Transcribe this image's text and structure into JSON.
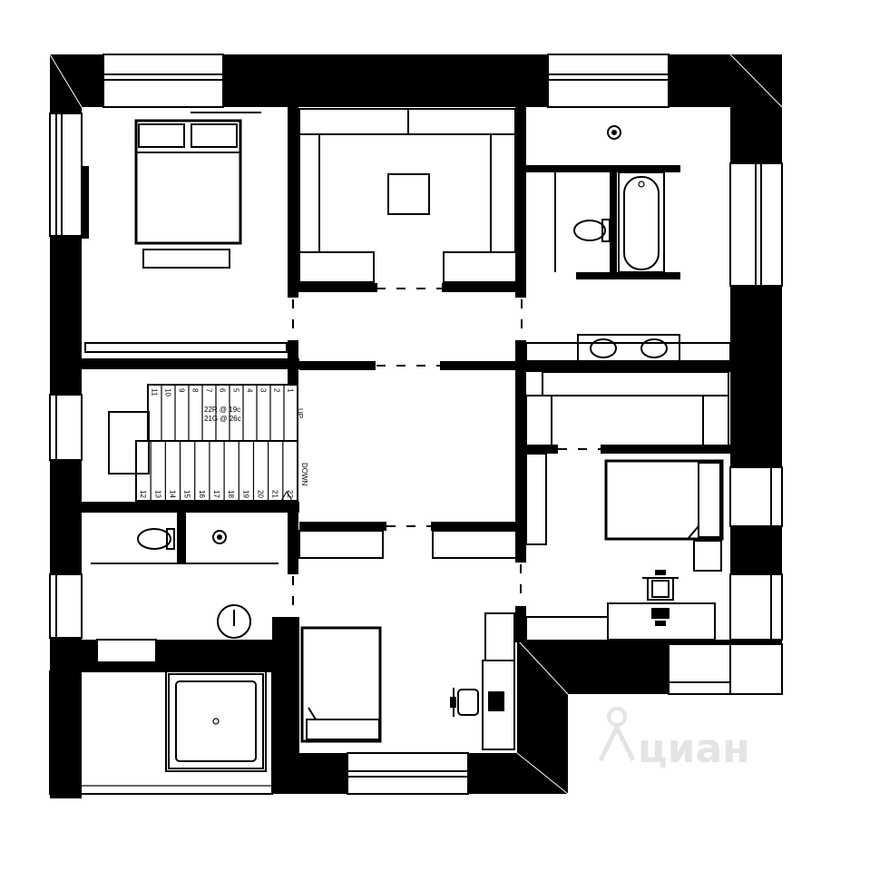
{
  "stairs": {
    "up_label": "UP",
    "down_label": "DOWN",
    "spec_rise": "22R @ 19c",
    "spec_going": "21G @ 26c",
    "upper_numbers": [
      "1",
      "2",
      "3",
      "4",
      "5",
      "6",
      "7",
      "8",
      "9",
      "10",
      "11"
    ],
    "lower_numbers": [
      "12",
      "13",
      "14",
      "15",
      "16",
      "17",
      "18",
      "19",
      "20",
      "21",
      "22"
    ]
  },
  "watermark": {
    "text": "циан"
  }
}
